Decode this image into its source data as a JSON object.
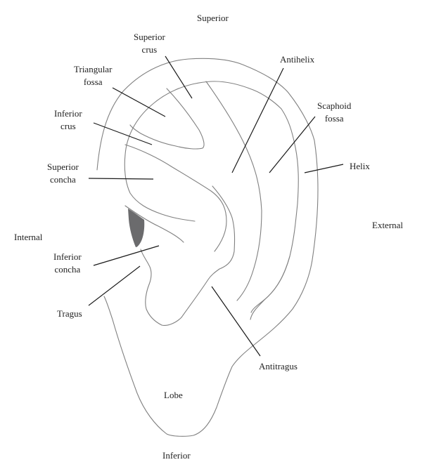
{
  "figure": {
    "title": "Ear surface anatomy",
    "orientation": {
      "superior": "Superior",
      "inferior": "Inferior",
      "internal": "Internal",
      "external": "External"
    },
    "labels": {
      "superior_crus": [
        "Superior",
        "crus"
      ],
      "triangular_fossa": [
        "Triangular",
        "fossa"
      ],
      "inferior_crus": [
        "Inferior",
        "crus"
      ],
      "superior_concha": [
        "Superior",
        "concha"
      ],
      "inferior_concha": [
        "Inferior",
        "concha"
      ],
      "tragus": [
        "Tragus"
      ],
      "antihelix": [
        "Antihelix"
      ],
      "scaphoid_fossa": [
        "Scaphoid",
        "fossa"
      ],
      "helix": [
        "Helix"
      ],
      "antitragus": [
        "Antitragus"
      ],
      "lobe": [
        "Lobe"
      ]
    },
    "colors": {
      "outline": "#808080",
      "leader": "#1a1a1a",
      "shaded_region": "#6b6b6d",
      "text": "#1f1f1f",
      "background": "#ffffff"
    }
  }
}
